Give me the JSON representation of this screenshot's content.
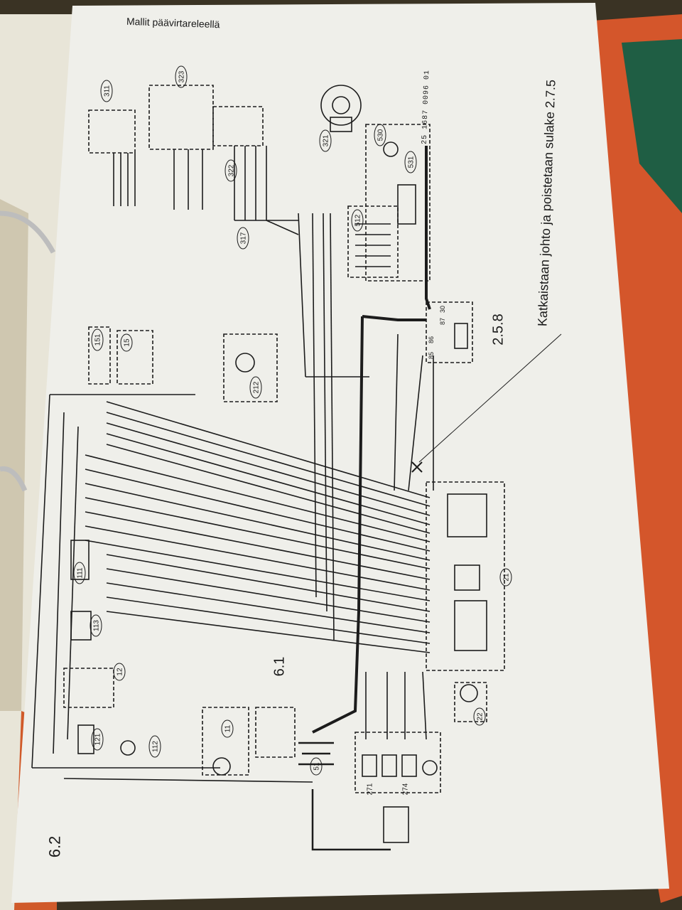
{
  "page": {
    "title": "Mallit päävirtareleellä",
    "note": "Katkaistaan johto ja poistetaan sulake 2.7.5",
    "drawing_code": "25 1687 0096 01",
    "sections": [
      "2.5.8",
      "6.1",
      "6.2"
    ]
  },
  "components": {
    "c311": "311",
    "c323": "323",
    "c321": "321",
    "c322": "322",
    "c317": "317",
    "c530": "530",
    "c531": "531",
    "c512": "512",
    "c151": "151",
    "c15": "15",
    "c212": "212",
    "c111": "111",
    "c113": "113",
    "c12": "12",
    "c121": "121",
    "c112": "112",
    "c11": "11",
    "c51": "51",
    "c271": "271",
    "c274": "274",
    "c22": "22",
    "c21": "21"
  },
  "relay_pins": [
    "30",
    "87",
    "86",
    "85"
  ],
  "colors": {
    "paper": "#efefea",
    "ink": "#1c1c1c",
    "binder": "#d4562b",
    "background": "#3a3324",
    "green_sheet": "#1f5e44"
  }
}
